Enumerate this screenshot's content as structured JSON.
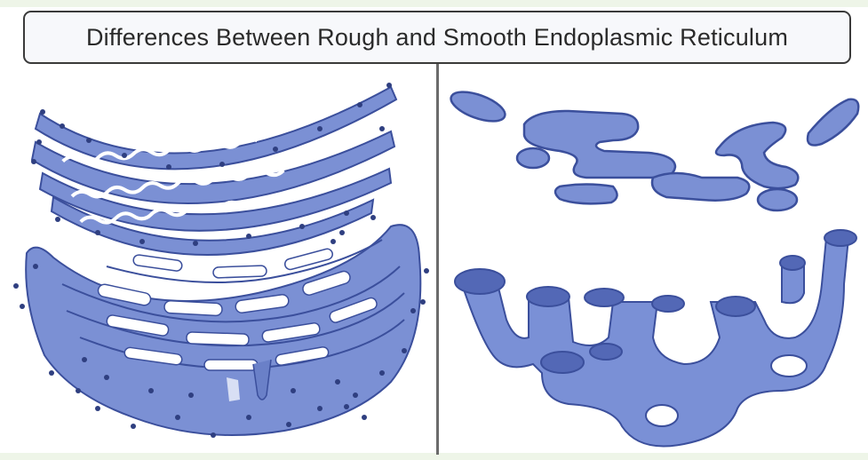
{
  "title": "Differences Between Rough and Smooth Endoplasmic Reticulum",
  "colors": {
    "membrane_fill": "#7b90d4",
    "membrane_stroke": "#3b4f9c",
    "lumen": "#ffffff",
    "ribosome": "#2f3f80",
    "title_border": "#3a3a3a",
    "divider": "#6b6b6b"
  },
  "panels": [
    {
      "name": "rough-er",
      "side": "left"
    },
    {
      "name": "smooth-er",
      "side": "right"
    }
  ]
}
